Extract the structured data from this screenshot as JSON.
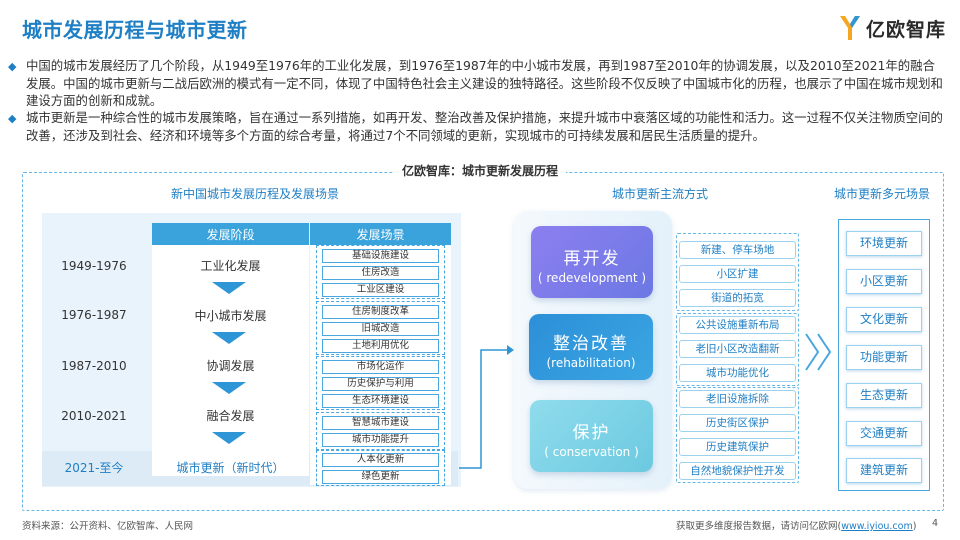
{
  "header": {
    "title": "城市发展历程与城市更新",
    "logo_text": "亿欧智库"
  },
  "bullets": [
    "中国的城市发展经历了几个阶段，从1949至1976年的工业化发展，到1976至1987年的中小城市发展，再到1987至2010年的协调发展，以及2010至2021年的融合发展。中国的城市更新与二战后欧洲的模式有一定不同，体现了中国特色社会主义建设的独特路径。这些阶段不仅反映了中国城市化的历程，也展示了中国在城市规划和建设方面的创新和成就。",
    "城市更新是一种综合性的城市发展策略，旨在通过一系列措施，如再开发、整治改善及保护措施，来提升城市中衰落区域的功能性和活力。这一过程不仅关注物质空间的改善，还涉及到社会、经济和环境等多个方面的综合考量，将通过7个不同领域的更新，实现城市的可持续发展和居民生活质量的提升。"
  ],
  "diagram": {
    "title": "亿欧智库：城市更新发展历程",
    "left_title": "新中国城市发展历程及发展场景",
    "mid_title": "城市更新主流方式",
    "right_title": "城市更新多元场景",
    "stage_header": "发展阶段",
    "scene_header": "发展场景",
    "years": [
      "1949-1976",
      "1976-1987",
      "1987-2010",
      "2010-2021",
      "2021-至今"
    ],
    "stages": [
      "工业化发展",
      "中小城市发展",
      "协调发展",
      "融合发展",
      "城市更新（新时代）"
    ],
    "scene_groups": [
      [
        "基础设施建设",
        "住房改造",
        "工业区建设"
      ],
      [
        "住房制度改革",
        "旧城改造",
        "土地利用优化"
      ],
      [
        "市场化运作",
        "历史保护与利用",
        "生态环境建设"
      ],
      [
        "智慧城市建设",
        "城市功能提升"
      ],
      [
        "人本化更新",
        "绿色更新"
      ]
    ],
    "methods": [
      {
        "cn": "再开发",
        "en": "( redevelopment )",
        "items": [
          "新建、停车场地",
          "小区扩建",
          "街道的拓宽"
        ]
      },
      {
        "cn": "整治改善",
        "en": "(rehabilitation)",
        "items": [
          "公共设施重新布局",
          "老旧小区改造翻新",
          "城市功能优化"
        ]
      },
      {
        "cn": "保护",
        "en": "( conservation )",
        "items": [
          "老旧设施拆除",
          "历史街区保护",
          "历史建筑保护",
          "自然地貌保护性开发"
        ]
      }
    ],
    "scenarios": [
      "环境更新",
      "小区更新",
      "文化更新",
      "功能更新",
      "生态更新",
      "交通更新",
      "建筑更新"
    ]
  },
  "footer": {
    "source": "资料来源：公开资料、亿欧智库、人民网",
    "more_text": "获取更多维度报告数据，请访问亿欧网(",
    "link": "www.iyiou.com",
    "close": ")",
    "page": "4"
  },
  "colors": {
    "primary": "#1f7fc4",
    "purple": "#7a6fe0",
    "blue": "#2e95d6",
    "cyan": "#7fd3e6"
  }
}
